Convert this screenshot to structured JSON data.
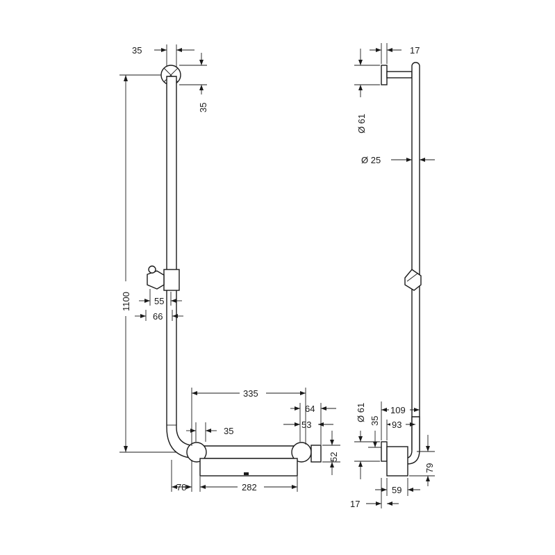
{
  "labels": {
    "d35_top": "35",
    "d35_top_v": "35",
    "d1100": "1100",
    "d55": "55",
    "d66": "66",
    "d335": "335",
    "d64": "64",
    "d35_mid": "35",
    "d53": "53",
    "d52": "52",
    "d78": "78",
    "d282": "282",
    "s17_top": "17",
    "s61_top": "Ø 61",
    "s25": "Ø 25",
    "s109": "109",
    "s61_bot": "Ø 61",
    "s35_bot": "35",
    "s93": "93",
    "s79": "79",
    "s59": "59",
    "s17_bot": "17"
  }
}
